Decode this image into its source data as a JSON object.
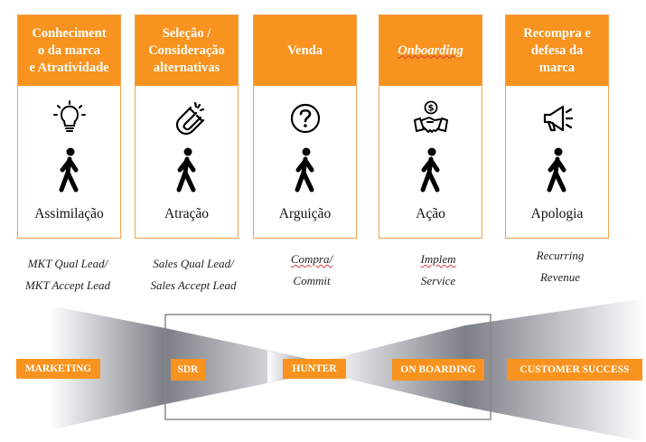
{
  "stages": [
    {
      "title": "Conheciment\no     da marca\ne Atratividade",
      "icon": "lightbulb-icon",
      "label": "Assimilação"
    },
    {
      "title": "Seleção /\nConsideração\nalternativas",
      "icon": "magnet-icon",
      "label": "Atração"
    },
    {
      "title": "Venda",
      "icon": "question-icon",
      "label": "Arguição"
    },
    {
      "title": "Onboarding",
      "icon": "handshake-dollar-icon",
      "label": "Ação"
    },
    {
      "title": "Recompra e\ndefesa da\nmarca",
      "icon": "megaphone-icon",
      "label": "Apologia"
    }
  ],
  "leads": [
    {
      "line1": "MKT Qual Lead/",
      "line2": "MKT Accept Lead"
    },
    {
      "line1": "Sales Qual Lead/",
      "line2": "Sales Accept Lead"
    },
    {
      "line1": "Compra/",
      "line2": "Commit"
    },
    {
      "line1": "Implem",
      "line2": "Service"
    },
    {
      "line1": "Recurring",
      "line2": "Revenue"
    }
  ],
  "funnel_tags": {
    "marketing": "MARKETING",
    "sdr": "SDR",
    "hunter": "HUNTER",
    "onboarding": "ON BOARDING",
    "customer_success": "CUSTOMER SUCCESS"
  },
  "colors": {
    "orange": "#f7931e",
    "funnel_dark": "#7d7f88",
    "funnel_light": "#ffffff"
  }
}
